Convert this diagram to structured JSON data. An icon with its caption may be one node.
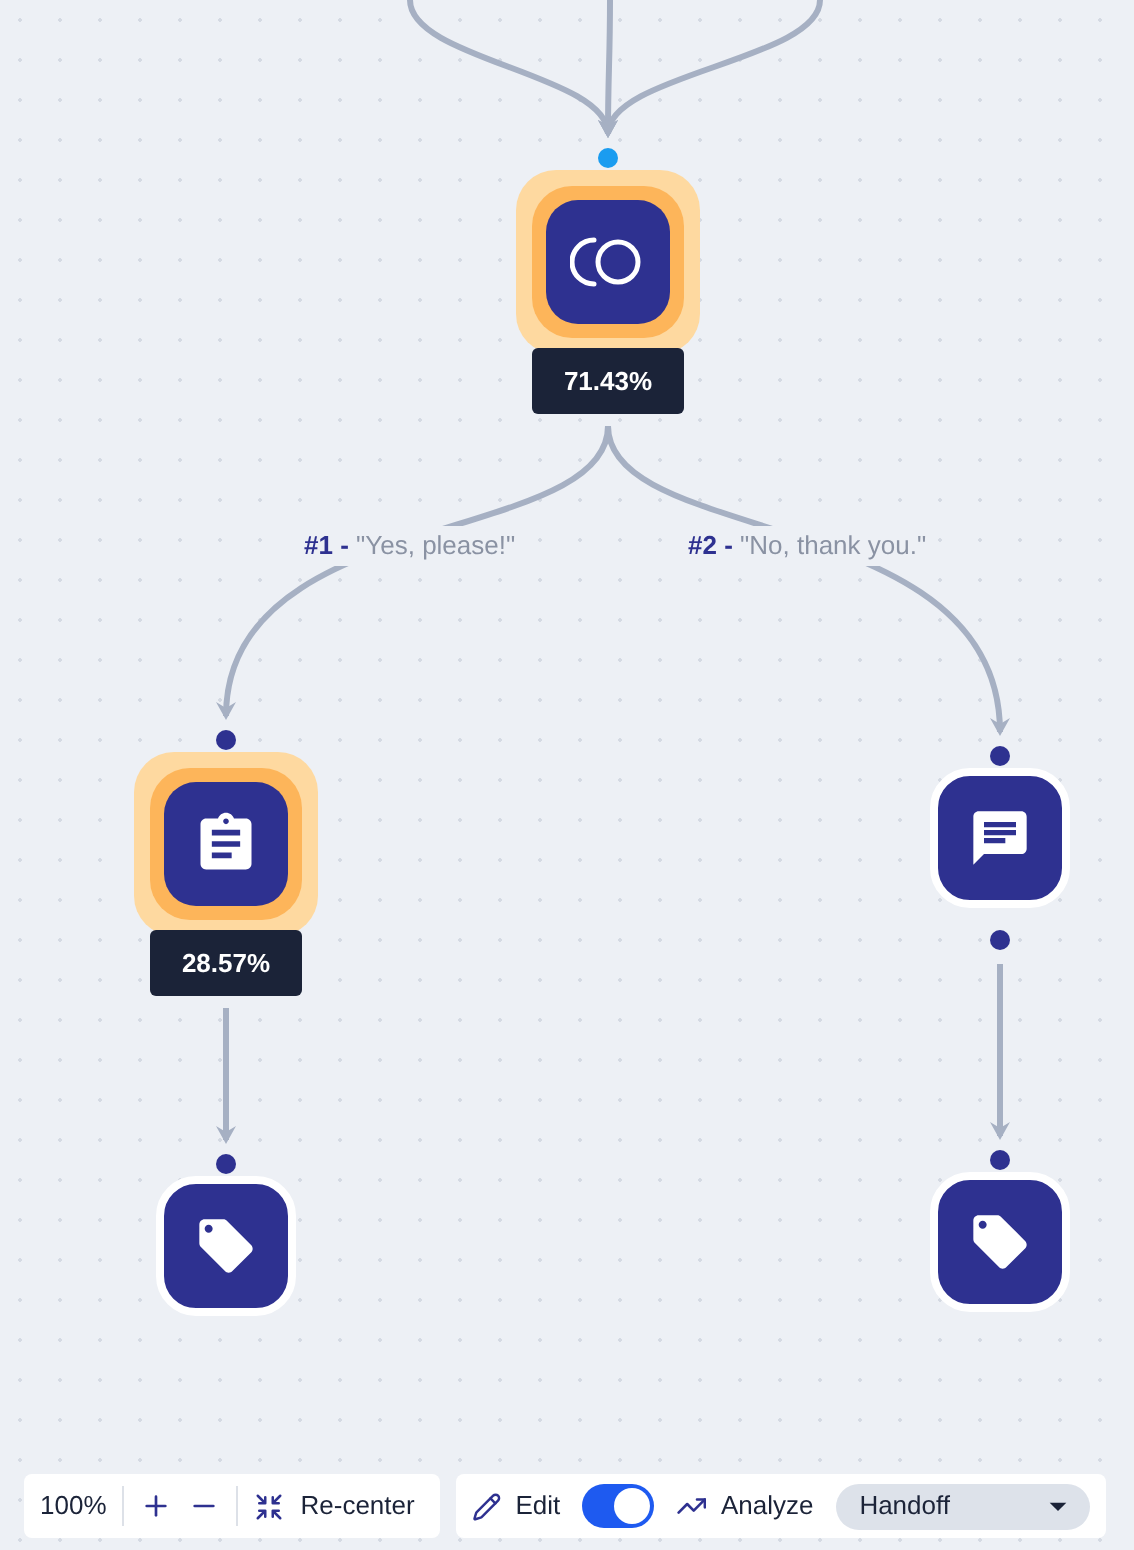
{
  "diagram": {
    "nodes": [
      {
        "text": [],
        "shape": "box",
        "beside": [
          "71.43%"
        ]
      },
      {
        "text": [],
        "shape": "box",
        "beside": [
          "28.57%"
        ]
      },
      {
        "text": [],
        "shape": "box"
      },
      {
        "text": [],
        "shape": "box"
      },
      {
        "text": [],
        "shape": "box"
      }
    ],
    "edges": [
      {
        "from": null,
        "to": 0,
        "arrow": "to"
      },
      {
        "from": null,
        "to": 0,
        "arrow": "to"
      },
      {
        "from": null,
        "to": 0,
        "arrow": "to"
      },
      {
        "from": 0,
        "to": 1,
        "arrow": "to",
        "label": "**#1 -** \"Yes, please!\""
      },
      {
        "from": 0,
        "to": 2,
        "arrow": "to",
        "label": "**#2 -** \"No, thank you.\""
      },
      {
        "from": 1,
        "to": 3,
        "arrow": "to"
      },
      {
        "from": 2,
        "to": 4,
        "arrow": "to"
      }
    ],
    "labels": [
      "100%",
      "Re-center",
      "Edit",
      "Analyze",
      "Handoff"
    ]
  }
}
